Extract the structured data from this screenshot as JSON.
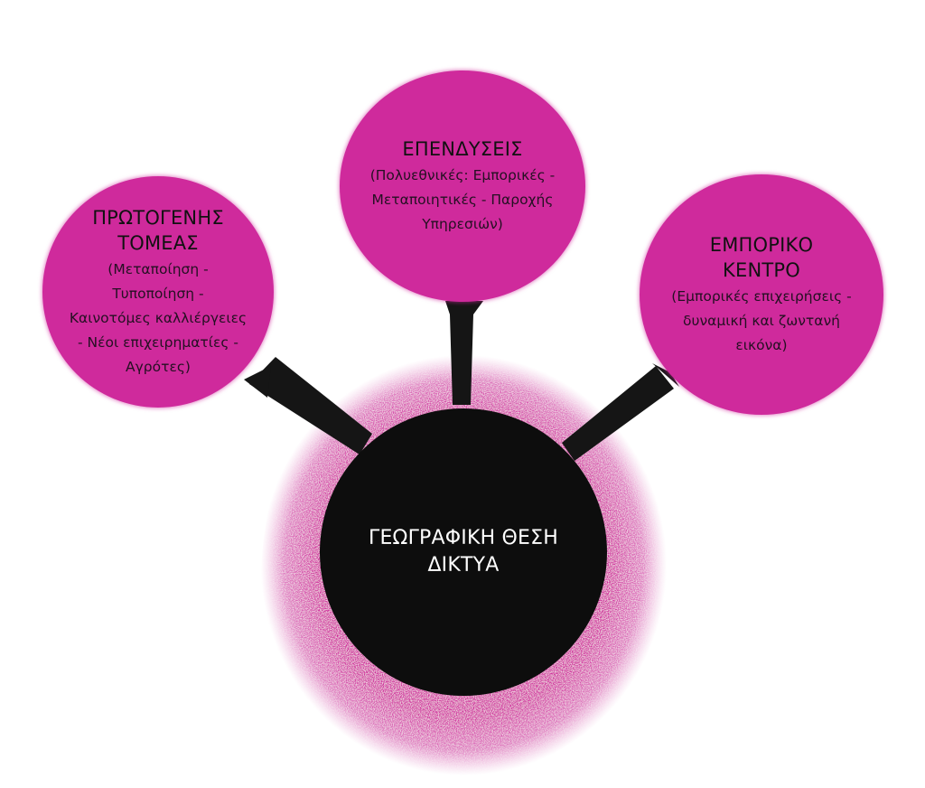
{
  "colors": {
    "bubble": "#cf2a9c",
    "halo": "#d0279c",
    "center": "#0d0d0d",
    "connector": "#151515",
    "background": "#ffffff"
  },
  "center": {
    "title_lines": [
      "ΓΕΩΓΡΑΦΙΚΗ ΘΕΣΗ",
      "ΔΙΚΤΥΑ"
    ]
  },
  "nodes": {
    "left": {
      "title_lines": [
        "ΠΡΩΤΟΓΕΝΗΣ",
        "ΤΟΜΕΑΣ"
      ],
      "desc_lines": [
        "(Μεταποίηση -",
        "Τυποποίηση -",
        "Καινοτόμες καλλιέργειες",
        "- Νέοι επιχειρηματίες -",
        "Αγρότες)"
      ]
    },
    "top": {
      "title_lines": [
        "ΕΠΕΝΔΥΣΕΙΣ"
      ],
      "desc_lines": [
        "(Πολυεθνικές: Εμπορικές -",
        "Μεταποιητικές - Παροχής",
        "Υπηρεσιών)"
      ]
    },
    "right": {
      "title_lines": [
        "ΕΜΠΟΡΙΚΟ",
        "ΚΕΝΤΡΟ"
      ],
      "desc_lines": [
        "(Εμπορικές επιχειρήσεις -",
        "δυναμική και ζωντανή",
        "εικόνα)"
      ]
    }
  }
}
